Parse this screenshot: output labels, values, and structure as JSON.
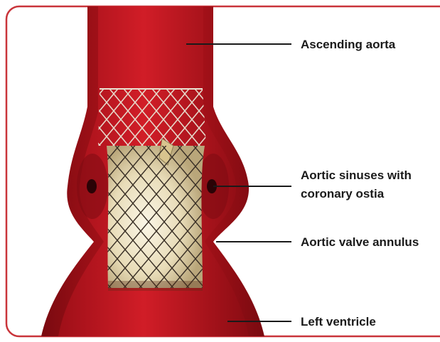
{
  "labels": {
    "ascending_aorta": "Ascending aorta",
    "aortic_sinuses_line1": "Aortic sinuses with",
    "aortic_sinuses_line2": "coronary ostia",
    "aortic_valve_annulus": "Aortic valve annulus",
    "left_ventricle": "Left ventricle"
  },
  "colors": {
    "frame_border": "#c9343a",
    "vessel_wall": "#b3141c",
    "vessel_lumen": "#8f0d14",
    "leader_line": "#1a1a1a",
    "stent_wire": "#d9d2c0"
  }
}
